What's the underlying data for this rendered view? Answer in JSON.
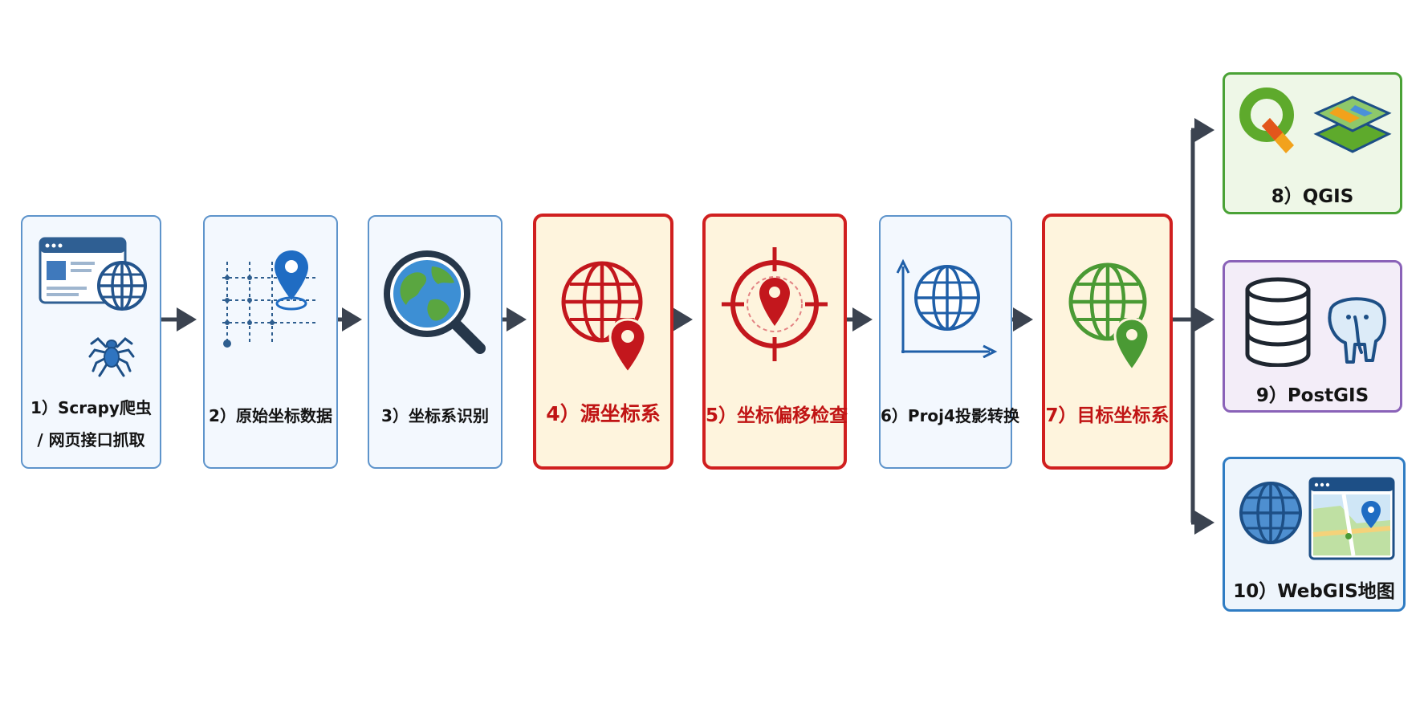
{
  "steps": [
    {
      "line1": "1）Scrapy爬虫",
      "line2": "/ 网页接口抓取",
      "icons": [
        "browser-window-icon",
        "globe-icon",
        "spider-icon"
      ]
    },
    {
      "label": "2）原始坐标数据",
      "icons": [
        "coordinate-grid-icon",
        "location-pin-icon"
      ]
    },
    {
      "label": "3）坐标系识别",
      "icons": [
        "magnifier-globe-icon"
      ]
    },
    {
      "label": "4）源坐标系",
      "icons": [
        "globe-icon",
        "location-pin-icon"
      ],
      "highlight": true
    },
    {
      "label": "5）坐标偏移检查",
      "icons": [
        "crosshair-target-icon",
        "location-pin-icon"
      ],
      "highlight": true
    },
    {
      "label": "6）Proj4投影转换",
      "icons": [
        "axes-icon",
        "globe-icon"
      ]
    },
    {
      "label": "7）目标坐标系",
      "icons": [
        "globe-icon",
        "location-pin-icon"
      ],
      "highlight": true
    }
  ],
  "outputs": [
    {
      "label": "8）QGIS",
      "icons": [
        "qgis-logo-icon",
        "map-layers-icon"
      ]
    },
    {
      "label": "9）PostGIS",
      "icons": [
        "database-icon",
        "elephant-icon"
      ]
    },
    {
      "label": "10）WebGIS地图",
      "icons": [
        "globe-icon",
        "web-map-icon"
      ]
    }
  ],
  "colors": {
    "normal_border": "#5e94cb",
    "normal_fill": "#f3f8fe",
    "highlight_border": "#d01f1f",
    "highlight_fill": "#fef4dd",
    "highlight_text": "#c01414",
    "arrow": "#3b4350",
    "qgis_border": "#4aa236",
    "postgis_border": "#8a62b8",
    "webgis_border": "#2f7cc3"
  }
}
